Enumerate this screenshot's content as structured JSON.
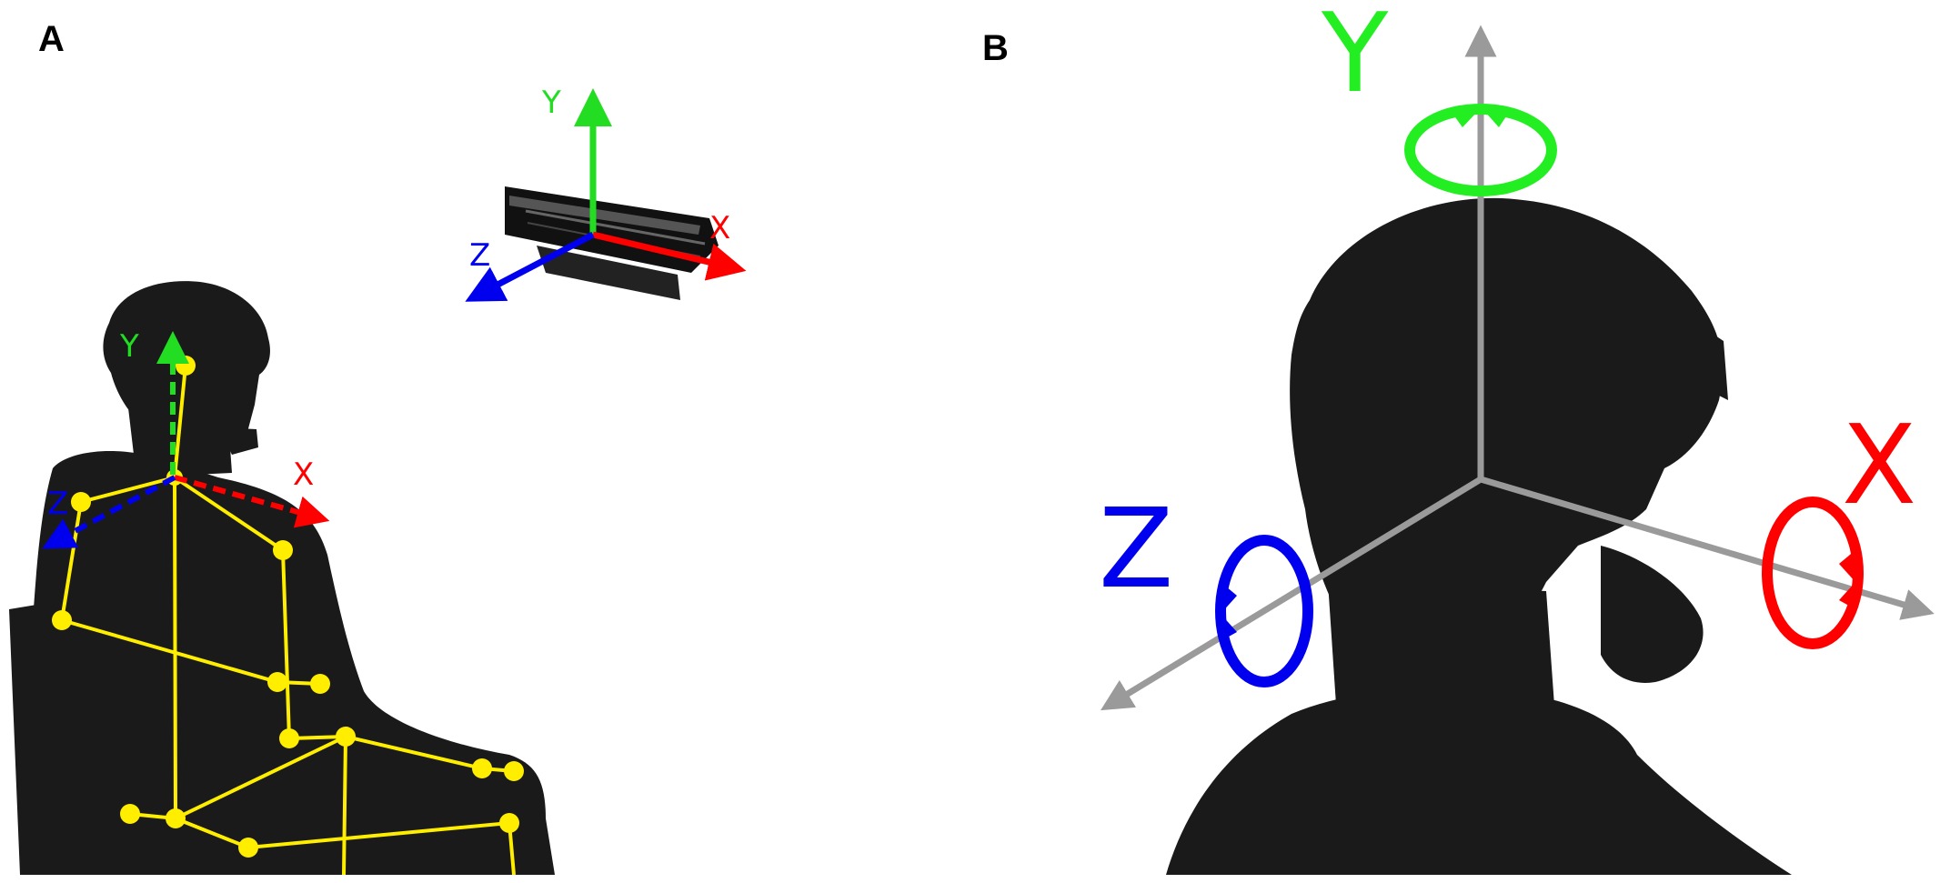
{
  "panels": {
    "a": {
      "letter": "A",
      "sensor_axes": {
        "x": "X",
        "y": "Y",
        "z": "Z"
      },
      "body_axes": {
        "x": "X",
        "y": "Y",
        "z": "Z"
      }
    },
    "b": {
      "letter": "B",
      "head_axes": {
        "x": "X",
        "y": "Y",
        "z": "Z"
      }
    }
  },
  "colors": {
    "x_axis": "#ff0000",
    "y_axis": "#22dd22",
    "z_axis": "#0000ee",
    "skeleton": "#ffee00",
    "silhouette": "#1a1a1a",
    "grey_axis": "#9a9a9a"
  },
  "icons": {
    "sensor": "depth-camera-icon",
    "person": "seated-person-silhouette",
    "head": "head-silhouette"
  }
}
